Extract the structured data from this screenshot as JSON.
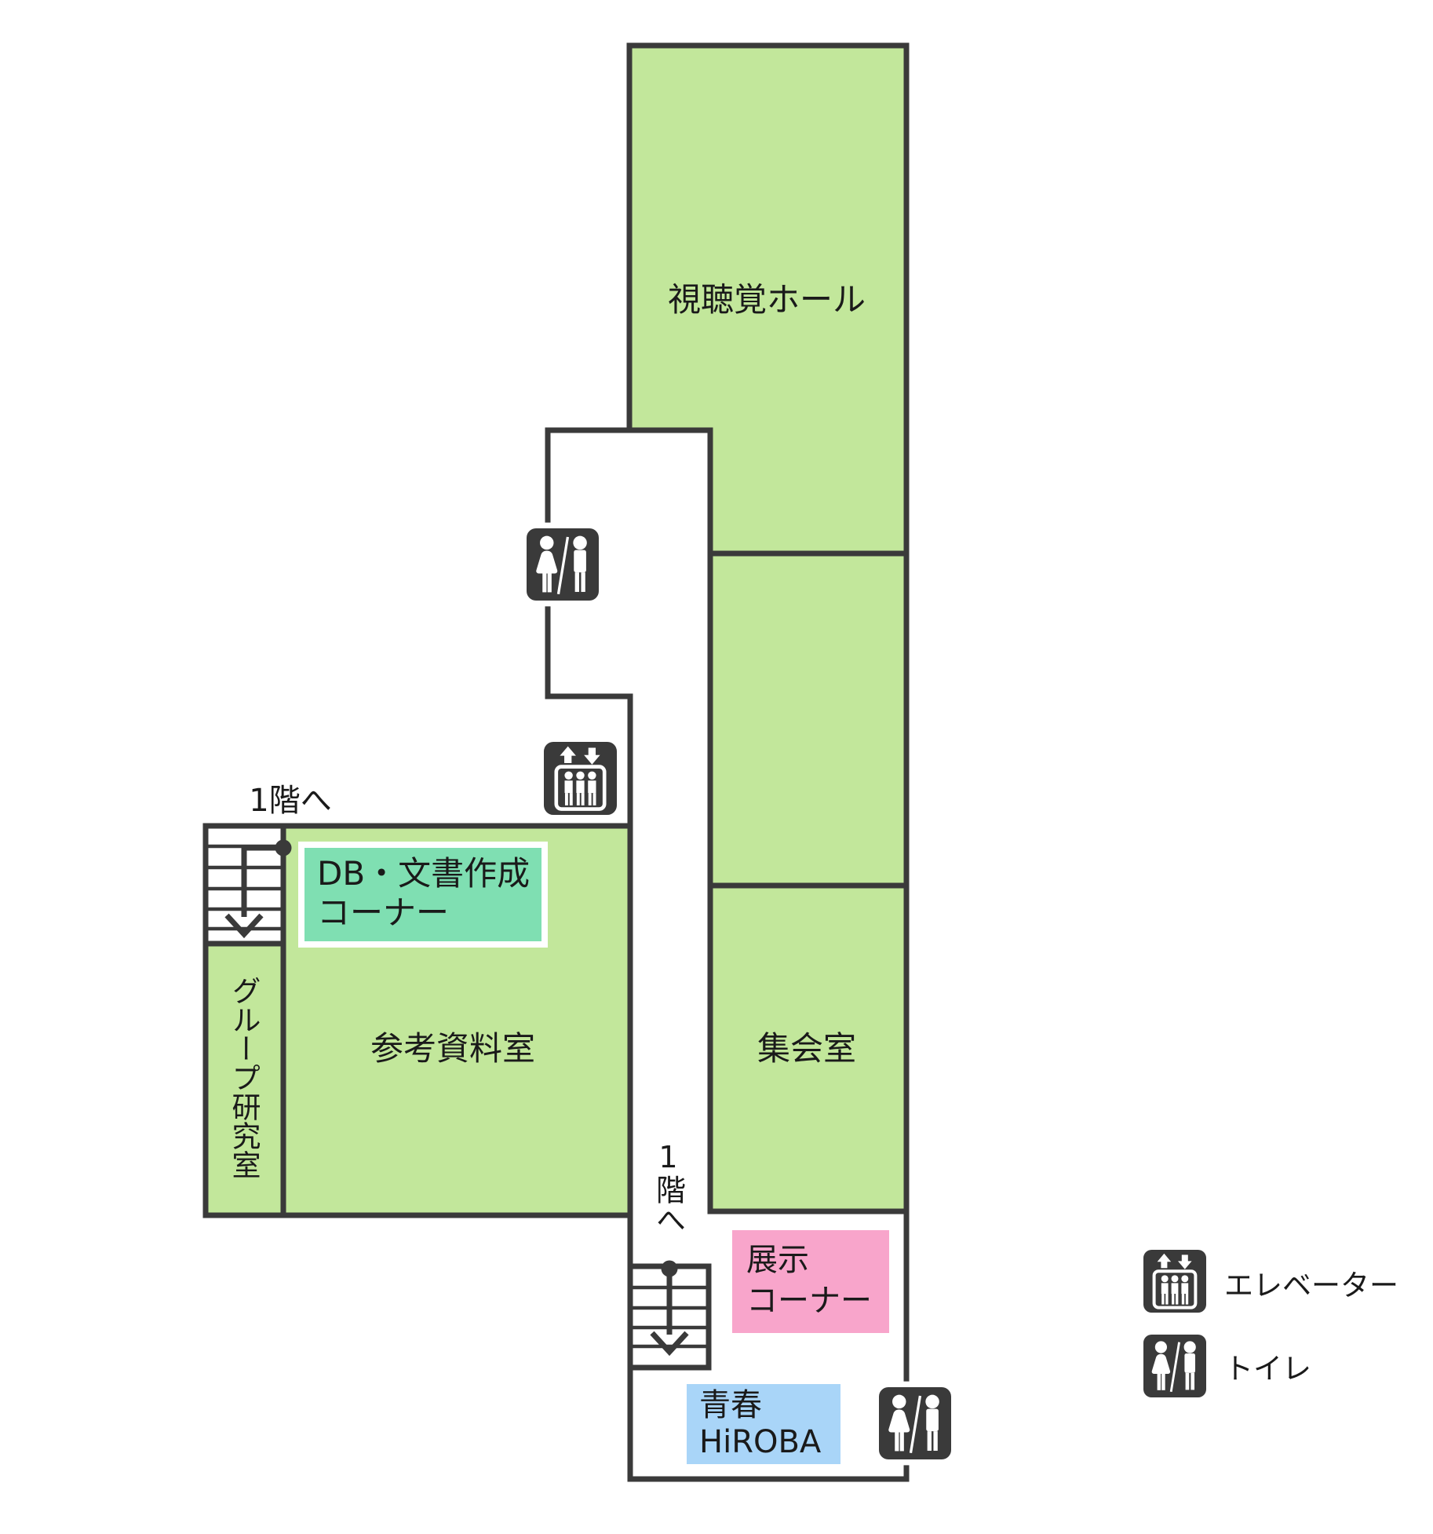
{
  "colors": {
    "room_green": "#C2E79B",
    "corner_teal": "#7FDFB2",
    "exhibit_pink": "#F8A5CB",
    "hiroba_blue": "#A9D5F8",
    "wall_dark": "#3A3A3A",
    "label_text": "#1A1A1A"
  },
  "rooms": {
    "audiovisual_hall": {
      "label": "視聴覚ホール"
    },
    "meeting_room": {
      "label": "集会室"
    },
    "reference_room": {
      "label": "参考資料室"
    },
    "group_study_room": {
      "label": "グループ研究室"
    },
    "db_document_corner": {
      "line1": "DB・文書作成",
      "line2": "コーナー"
    },
    "exhibit_corner": {
      "line1": "展示",
      "line2": "コーナー"
    },
    "seishun_hiroba": {
      "line1": "青春",
      "line2": "HiROBA"
    }
  },
  "stairs": {
    "upper_label": "1階へ",
    "lower_label": "1階へ"
  },
  "legend": {
    "elevator_label": "エレベーター",
    "toilet_label": "トイレ"
  }
}
